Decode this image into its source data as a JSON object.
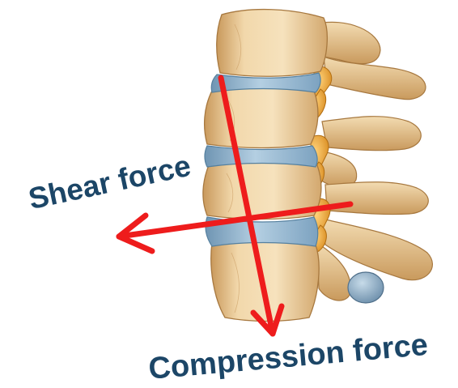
{
  "labels": {
    "shear": "Shear force",
    "compression": "Compression force"
  },
  "colors": {
    "arrow": "#ee1c1c",
    "label_text": "#1c4667",
    "bone_light": "#f4dcb0",
    "bone_mid": "#e2b77c",
    "bone_dark": "#b98a4e",
    "disc": "#8fb4cf",
    "nerve": "#f0a336"
  },
  "icons": {
    "anatomy": "lumbar-spine-illustration",
    "arrows": [
      "shear-force-arrow",
      "compression-force-arrow"
    ]
  }
}
